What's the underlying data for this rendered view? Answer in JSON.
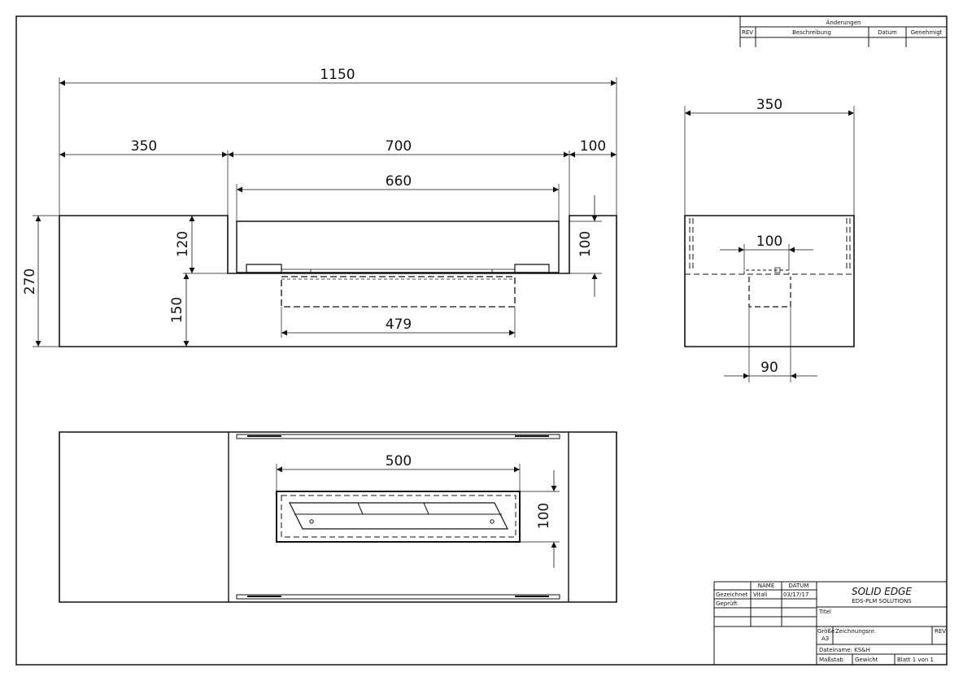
{
  "revision_table": {
    "title": "Änderungen",
    "headers": [
      "REV",
      "Beschreibung",
      "Datum",
      "Genehmigt"
    ]
  },
  "front_view": {
    "dims": {
      "overall_width": "1150",
      "left_width": "350",
      "middle_width": "700",
      "right_width": "100",
      "inner_width": "660",
      "lower_width": "479",
      "overall_height": "270",
      "upper_height": "120",
      "lower_height": "150",
      "inner_height": "100"
    }
  },
  "side_view": {
    "dims": {
      "width": "350",
      "inner_width": "100",
      "lower_width": "90"
    }
  },
  "top_view": {
    "dims": {
      "burner_width": "500",
      "burner_depth": "100"
    }
  },
  "title_block": {
    "col_name": "NAME",
    "col_date": "DATUM",
    "row_drawn_label": "Gezeichnet",
    "row_drawn_name": "Vitali",
    "row_drawn_date": "03/17/17",
    "row_checked_label": "Geprüft",
    "logo_title": "SOLID EDGE",
    "logo_subtitle": "EDS-PLM SOLUTIONS",
    "titel_label": "Titel",
    "size_label": "Größe",
    "size_value": "A3",
    "drawing_no_label": "Zeichnungsnr.",
    "rev_label": "REV",
    "file_name": "Dateiname: KS&H",
    "scale_label": "Maßstab",
    "weight_label": "Gewicht",
    "sheet_label": "Blatt 1 von 1"
  }
}
